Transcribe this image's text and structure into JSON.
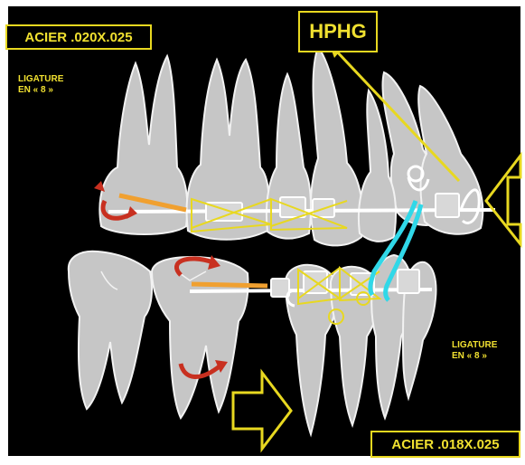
{
  "labels": {
    "upper_wire": "ACIER .020X.025",
    "lower_wire": "ACIER .018X.025",
    "headgear": "HPHG",
    "upper_ligature_line1": "LIGATURE",
    "upper_ligature_line2": "EN « 8 »",
    "lower_ligature_line1": "LIGATURE",
    "lower_ligature_line2": "EN « 8 »"
  },
  "colors": {
    "background": "#000000",
    "border": "#ffffff",
    "tooth_fill": "#c8c8c8",
    "tooth_outline": "#f4f4f4",
    "label_yellow": "#f0e030",
    "ligature_yellow": "#e8d820",
    "elastic_cyan": "#30d8e8",
    "spring_orange": "#f0a030",
    "rotation_red": "#c83020",
    "wire_white": "#ffffff"
  },
  "icons": [
    "arrow-right-icon",
    "arrow-left-icon",
    "rotation-arrow-icon"
  ]
}
